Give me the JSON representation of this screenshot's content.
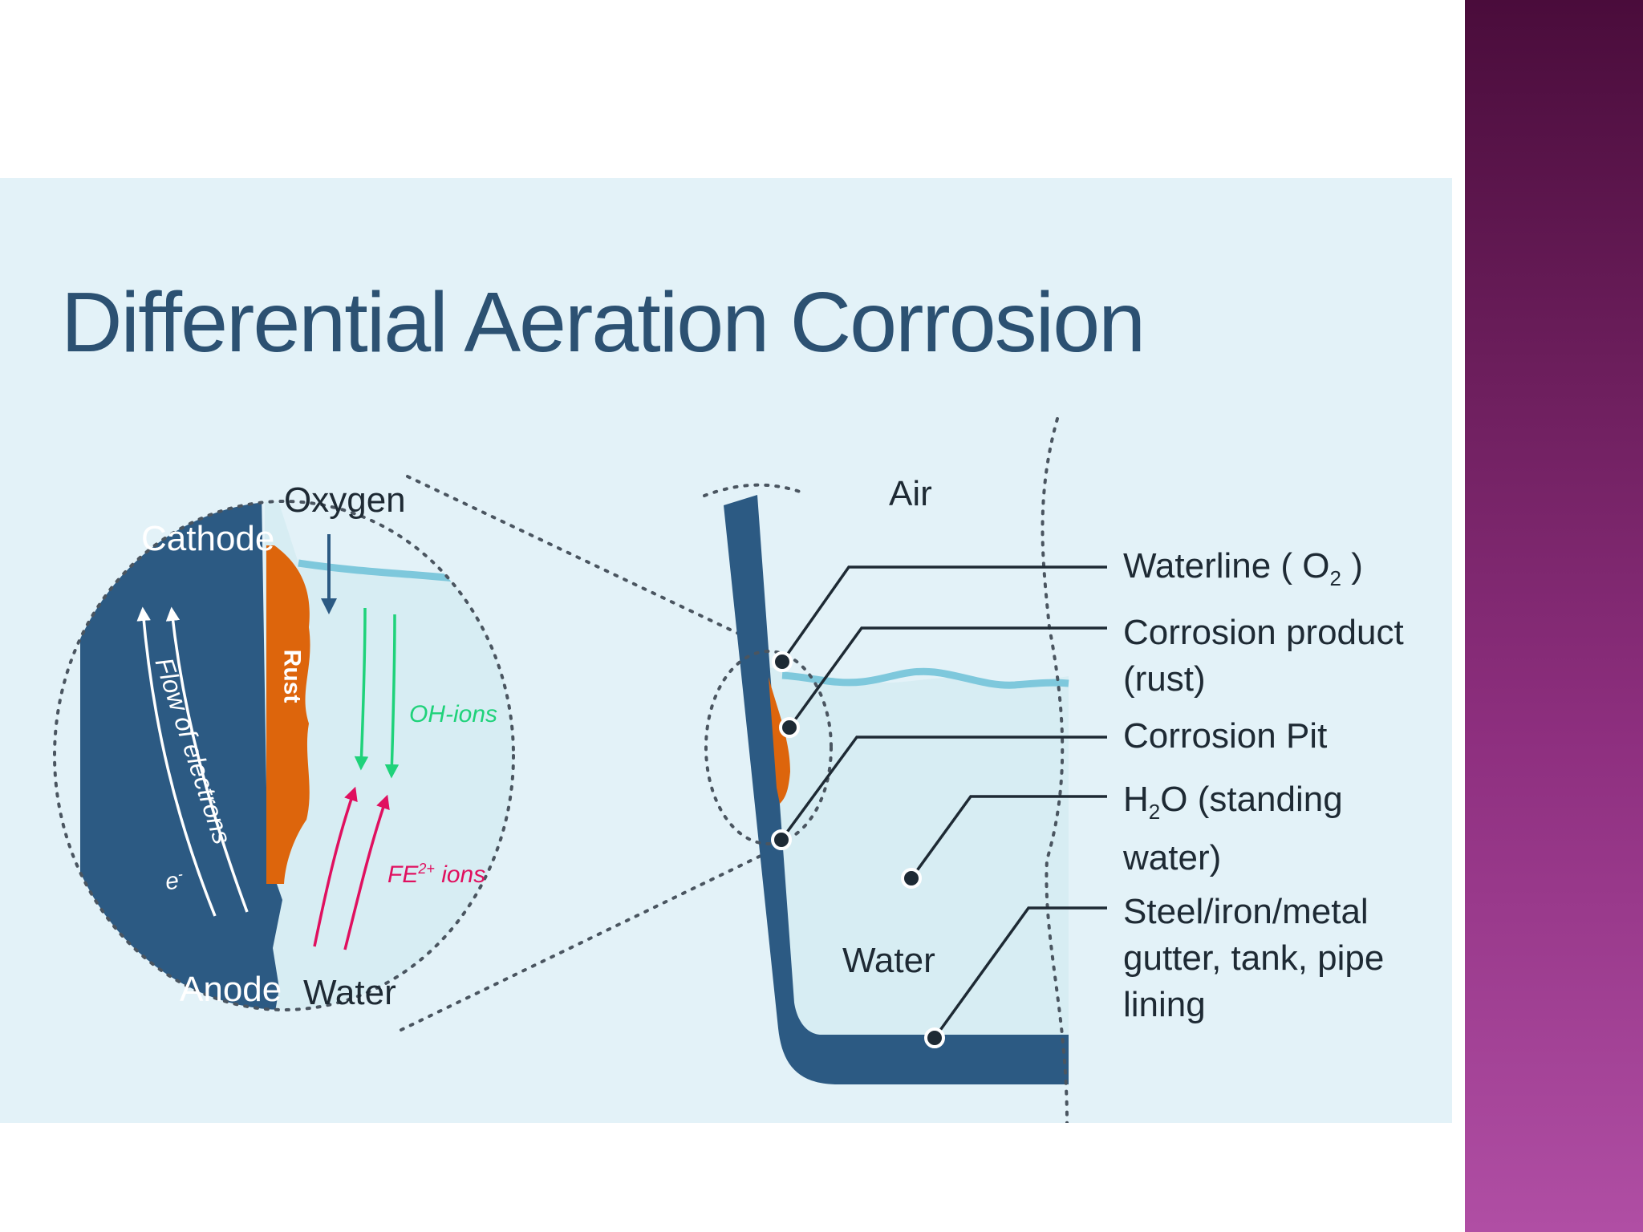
{
  "title": "Differential Aeration Corrosion",
  "colors": {
    "metal": "#2c5a83",
    "rust": "#dd650c",
    "water": "#d7edf3",
    "waterline": "#7ec8dc",
    "oh_ions": "#1fd27a",
    "fe_ions": "#e0105f",
    "panel": "#e3f2f8",
    "stripe": "#7a2570"
  },
  "zoom_view": {
    "cathode": "Cathode",
    "anode": "Anode",
    "oxygen": "Oxygen",
    "rust": "Rust",
    "flow": "Flow of electrons",
    "electron": "e",
    "electron_sup": "-",
    "oh_ions": "OH-ions",
    "fe_prefix": "FE",
    "fe_sup": "2+",
    "fe_suffix": " ions",
    "water": "Water"
  },
  "main_view": {
    "air": "Air",
    "water": "Water",
    "callouts": {
      "waterline": {
        "pre": "Waterline ( O",
        "sub": "2",
        "post": " )"
      },
      "corrosion_product": [
        "Corrosion product",
        "(rust)"
      ],
      "corrosion_pit": "Corrosion Pit",
      "standing_water": {
        "pre": "H",
        "sub": "2",
        "post": "O (standing",
        "line2": "water)"
      },
      "metal": [
        "Steel/iron/metal",
        "gutter, tank, pipe",
        "lining"
      ]
    }
  }
}
